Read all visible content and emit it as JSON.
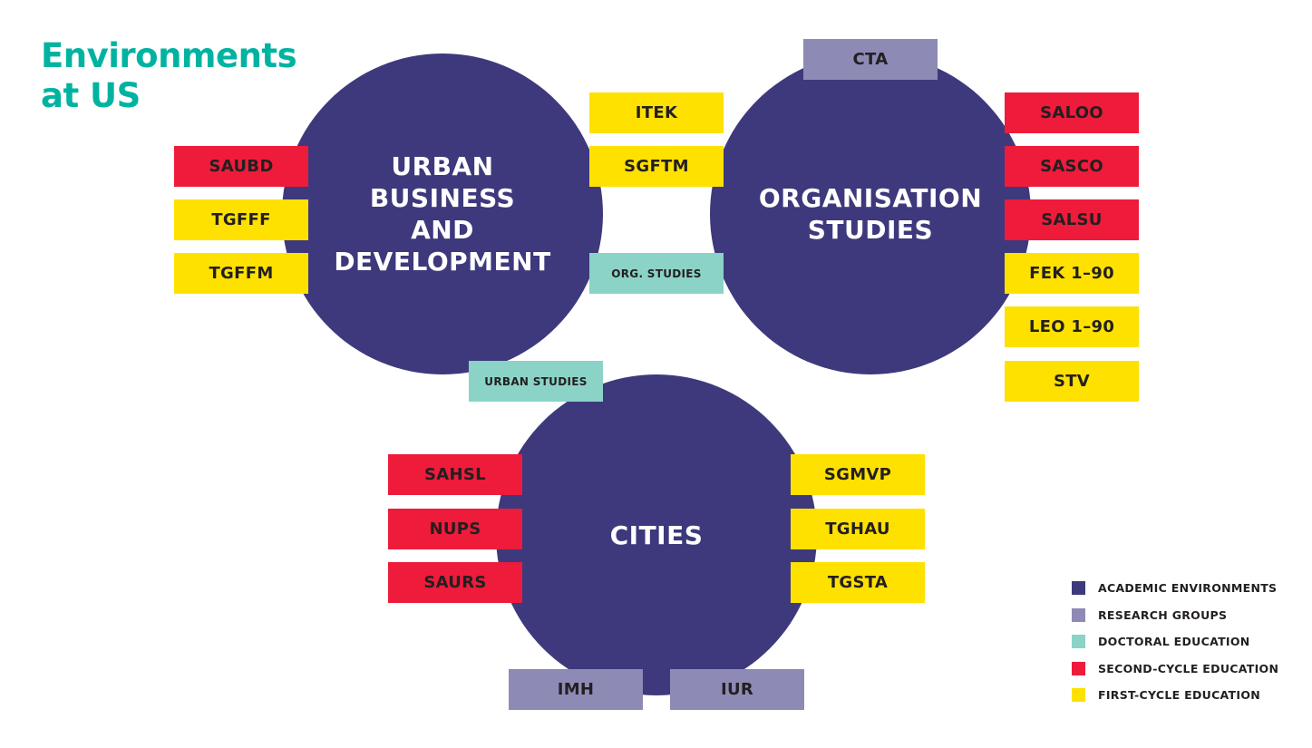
{
  "title": {
    "line1": "Environments",
    "line2": "at US"
  },
  "colors": {
    "title": "#00b3a1",
    "academic": "#3d397c",
    "research": "#8e8ab6",
    "doctoral": "#8bd3c7",
    "second": "#ee1b3b",
    "first": "#ffe100"
  },
  "environments": {
    "ubd": "URBAN\nBUSINESS\nAND\nDEVELOPMENT",
    "os": "ORGANISATION\nSTUDIES",
    "cities": "CITIES"
  },
  "boxes": {
    "saubd": "SAUBD",
    "tgfff": "TGFFF",
    "tgffm": "TGFFM",
    "itek": "ITEK",
    "sgftm": "SGFTM",
    "org_studies": "ORG. STUDIES",
    "cta": "CTA",
    "saloo": "SALOO",
    "sasco": "SASCO",
    "salsu": "SALSU",
    "fek": "FEK 1–90",
    "leo": "LEO 1–90",
    "stv": "STV",
    "urban_studies": "URBAN STUDIES",
    "sahsl": "SAHSL",
    "nups": "NUPS",
    "saurs": "SAURS",
    "sgmvp": "SGMVP",
    "tghau": "TGHAU",
    "tgsta": "TGSTA",
    "imh": "IMH",
    "iur": "IUR"
  },
  "legend": [
    {
      "label": "ACADEMIC ENVIRONMENTS",
      "color": "#3d397c"
    },
    {
      "label": "RESEARCH GROUPS",
      "color": "#8e8ab6"
    },
    {
      "label": "DOCTORAL EDUCATION",
      "color": "#8bd3c7"
    },
    {
      "label": "SECOND-CYCLE EDUCATION",
      "color": "#ee1b3b"
    },
    {
      "label": "FIRST-CYCLE EDUCATION",
      "color": "#ffe100"
    }
  ]
}
